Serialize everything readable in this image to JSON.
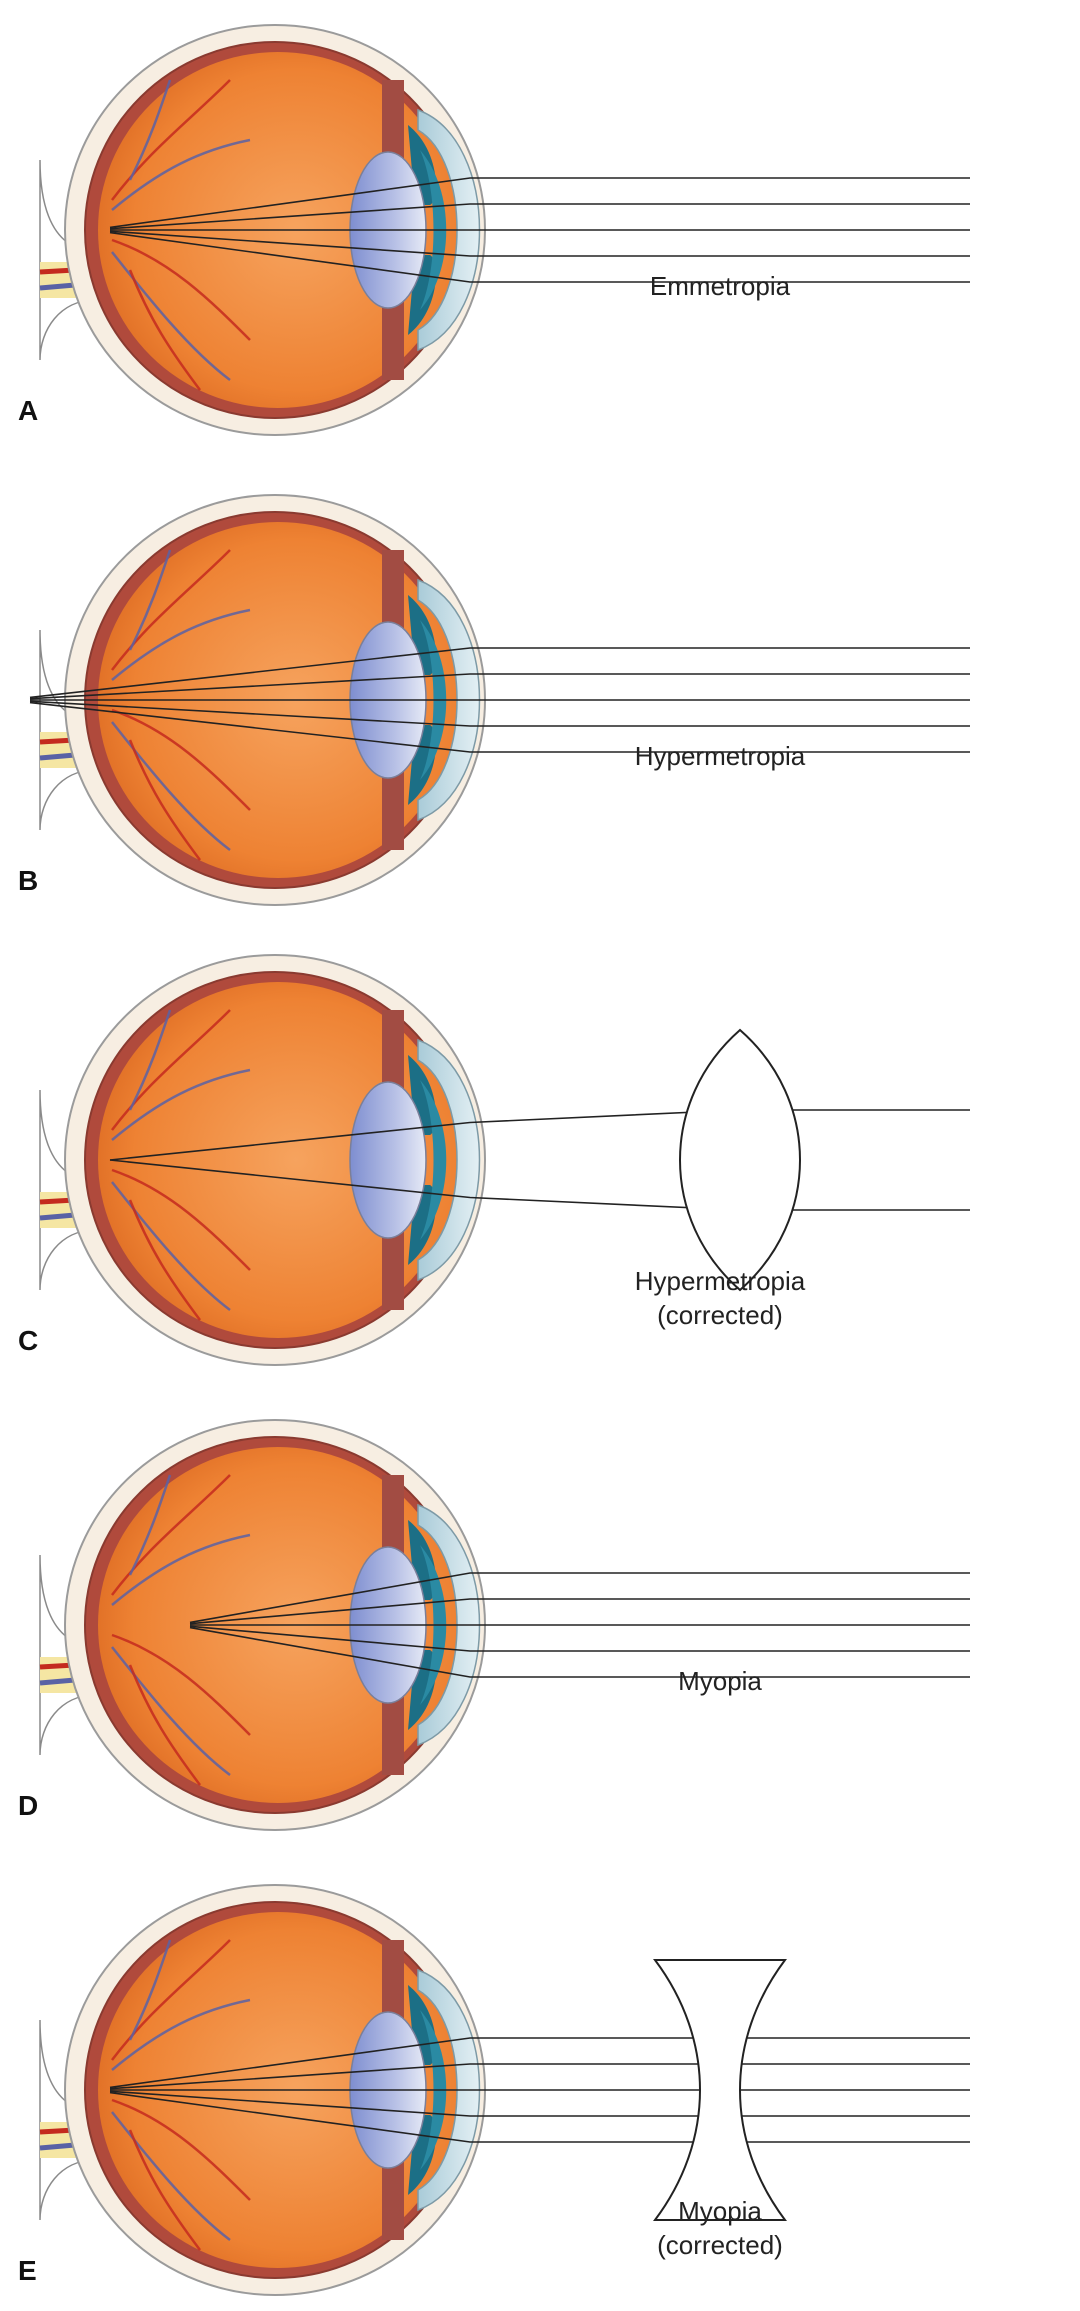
{
  "panels": [
    {
      "letter": "A",
      "label": [
        "Emmetropia"
      ],
      "rays": 5,
      "focus": "retina",
      "lens": "none"
    },
    {
      "letter": "B",
      "label": [
        "Hypermetropia"
      ],
      "rays": 5,
      "focus": "behind-retina",
      "lens": "none"
    },
    {
      "letter": "C",
      "label": [
        "Hypermetropia",
        "(corrected)"
      ],
      "rays": 2,
      "focus": "retina",
      "lens": "convex"
    },
    {
      "letter": "D",
      "label": [
        "Myopia"
      ],
      "rays": 5,
      "focus": "in-front-of-retina",
      "lens": "none"
    },
    {
      "letter": "E",
      "label": [
        "Myopia",
        "(corrected)"
      ],
      "rays": 5,
      "focus": "retina",
      "lens": "concave"
    }
  ],
  "colors": {
    "eyeball": "#ee8233",
    "sclera": "#f7eee2",
    "cornea": "#cfe3ea",
    "iris": "#1c6f86",
    "lens": "#9aa6d8",
    "nerve": "#f5e6a3",
    "vessel-red": "#c42a1e",
    "vessel-blue": "#5a62a5"
  }
}
